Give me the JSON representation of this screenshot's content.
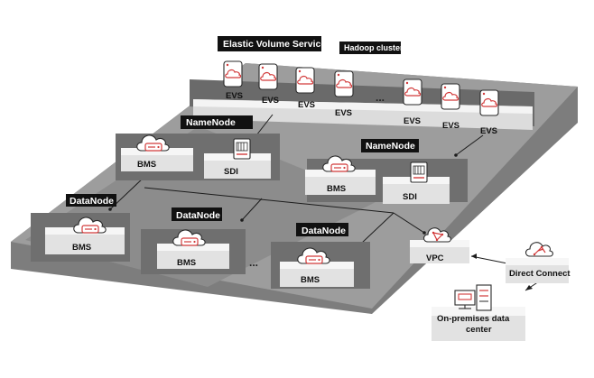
{
  "labels": {
    "evs_service": "Elastic Volume Service",
    "hadoop_cluster": "Hadoop cluster",
    "evs": "EVS",
    "namenode": "NameNode",
    "datanode": "DataNode",
    "bms": "BMS",
    "sdi": "SDI",
    "vpc": "VPC",
    "direct_connect": "Direct Connect",
    "onprem_line1": "On-premises data",
    "onprem_line2": "center",
    "ellipsis": "..."
  },
  "colors": {
    "platform": "#8a8a8a",
    "platform_top": "#9d9d9d",
    "tier": "#6f6f6f",
    "box": "#ececec",
    "accent": "#d23b3b",
    "tag_bg": "#111111"
  },
  "icons": [
    "cloud-icon",
    "server-icon",
    "disk-icon",
    "sdi-card-icon",
    "vpc-icon",
    "direct-connect-icon",
    "datacenter-icon"
  ]
}
